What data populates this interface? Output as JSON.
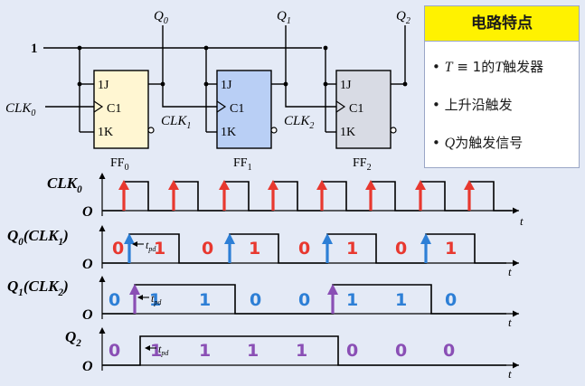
{
  "circuit": {
    "input_one": "1",
    "clk0": "CLK",
    "clk0_sub": "0",
    "flipflops": [
      {
        "name": "FF",
        "sub": "0",
        "j": "1J",
        "c": "C1",
        "k": "1K",
        "color": "#fff6d2"
      },
      {
        "name": "FF",
        "sub": "1",
        "j": "1J",
        "c": "C1",
        "k": "1K",
        "color": "#b9cff5"
      },
      {
        "name": "FF",
        "sub": "2",
        "j": "1J",
        "c": "C1",
        "k": "1K",
        "color": "#d8dbe4"
      }
    ],
    "outputs": [
      {
        "label": "Q",
        "sub": "0"
      },
      {
        "label": "Q",
        "sub": "1"
      },
      {
        "label": "Q",
        "sub": "2"
      }
    ],
    "clk_labels": [
      {
        "label": "CLK",
        "sub": "1"
      },
      {
        "label": "CLK",
        "sub": "2"
      }
    ]
  },
  "features": {
    "title": "电路特点",
    "items": [
      {
        "prefix": "T",
        "text": " ≡ 1的",
        "suffix_it": "T",
        "rest": "触发器"
      },
      {
        "prefix": "",
        "text": "上升沿触发",
        "suffix_it": "",
        "rest": ""
      },
      {
        "prefix": "Q",
        "text": "为触发信号",
        "suffix_it": "",
        "rest": ""
      }
    ],
    "bullet": "•"
  },
  "timing": {
    "rows": [
      {
        "label": "CLK",
        "sub": "0",
        "suffix": ""
      },
      {
        "label": "Q",
        "sub": "0",
        "suffix": "(CLK",
        "suffix_sub": "1",
        "suffix_end": ")"
      },
      {
        "label": "Q",
        "sub": "1",
        "suffix": "(CLK",
        "suffix_sub": "2",
        "suffix_end": ")"
      },
      {
        "label": "Q",
        "sub": "2",
        "suffix": ""
      }
    ],
    "zero_label": "O",
    "t_label": "t",
    "tpd_t": "t",
    "tpd_sub": "pd",
    "q0_values": [
      "0",
      "1",
      "0",
      "1",
      "0",
      "1",
      "0",
      "1"
    ],
    "q1_values": [
      "0",
      "1",
      "1",
      "0",
      "0",
      "1",
      "1",
      "0"
    ],
    "q2_values": [
      "0",
      "1",
      "1",
      "1",
      "1",
      "0",
      "0",
      "0"
    ],
    "colors": {
      "red": "#e8382f",
      "blue": "#2d7fd6",
      "purple": "#8a4fb5",
      "line": "#000000"
    }
  }
}
